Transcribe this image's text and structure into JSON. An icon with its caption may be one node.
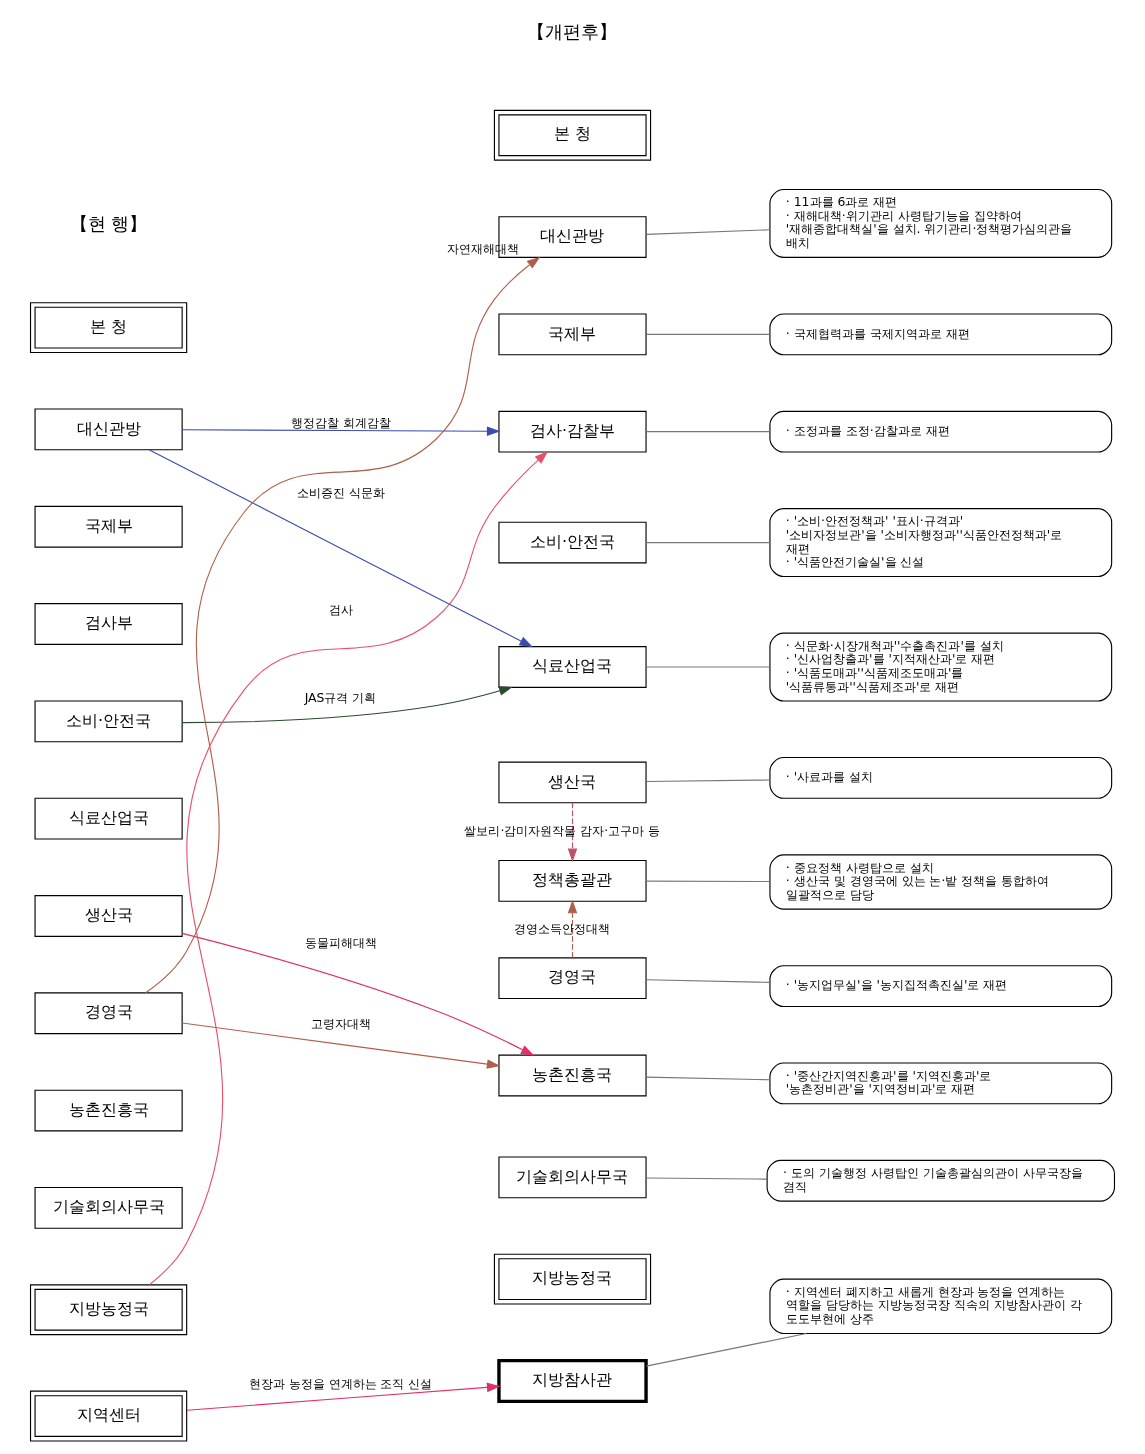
{
  "diagram": {
    "nodes": [
      {
        "text": [
          "본 청"
        ]
      },
      {
        "text": [
          "대신관방"
        ]
      },
      {
        "text": [
          "국제부"
        ]
      },
      {
        "text": [
          "검사부"
        ]
      },
      {
        "text": [
          "소비·안전국"
        ]
      },
      {
        "text": [
          "식료산업국"
        ]
      },
      {
        "text": [
          "생산국"
        ]
      },
      {
        "text": [
          "경영국"
        ]
      },
      {
        "text": [
          "농촌진흥국"
        ]
      },
      {
        "text": [
          "기술회의사무국"
        ]
      },
      {
        "text": [
          "지방농정국"
        ]
      },
      {
        "text": [
          "지역센터"
        ]
      },
      {
        "text": [
          "본 청"
        ]
      },
      {
        "text": [
          "대신관방"
        ]
      },
      {
        "text": [
          "국제부"
        ]
      },
      {
        "text": [
          "검사·감찰부"
        ]
      },
      {
        "text": [
          "소비·안전국"
        ]
      },
      {
        "text": [
          "식료산업국"
        ]
      },
      {
        "text": [
          "생산국"
        ]
      },
      {
        "text": [
          "정책총괄관"
        ]
      },
      {
        "text": [
          "경영국"
        ]
      },
      {
        "text": [
          "농촌진흥국"
        ]
      },
      {
        "text": [
          "기술회의사무국"
        ]
      },
      {
        "text": [
          "지방농정국"
        ]
      },
      {
        "text": [
          "지방참사관"
        ]
      },
      {
        "text": [
          "· 11과를 6과로 재편",
          "· 재해대책·위기관리 사령탑기능을 집약하여 '재해종합대책실'을 설치. 위기관리·정책평가심의관을 배치"
        ]
      },
      {
        "text": [
          "· 국제협력과를 국제지역과로 재편"
        ]
      },
      {
        "text": [
          "· 조정과를 조정·감찰과로 재편"
        ]
      },
      {
        "text": [
          "· '소비·안전정책과' '표시·규격과' '소비자정보관'을 '소비자행정과''식품안전정책과'로 재편",
          "· '식품안전기술실'을 신설"
        ]
      },
      {
        "text": [
          "· 식문화·시장개척과''수출촉진과'를 설치",
          "· '신사업창출과'를 '지적재산과'로 재편",
          "· '식품도매과''식품제조도매과'를 '식품류통과''식품제조과'로 재편"
        ]
      },
      {
        "text": [
          "· '사료과를 설치"
        ]
      },
      {
        "text": [
          "· 중요정책 사령탑으로 설치",
          "· 생산국 및 경영국에 있는 논·밭 정책을 통합하여 일괄적으로 담당"
        ]
      },
      {
        "text": [
          "· '농지업무실'을 '농지집적촉진실'로 재편"
        ]
      },
      {
        "text": [
          "· '중산간지역진흥과'를 '지역진흥과'로 '농촌정비관'을 '지역정비과'로 재편"
        ]
      },
      {
        "text": [
          "· 도의 기술행정 사령탑인 기술총괄심의관이 사무국장을 겸직"
        ]
      },
      {
        "text": [
          "· 지역센터 폐지하고 새롭게 현장과 농정을 연계하는 역할을 담당하는 지방농정국장 직속의 지방참사관이 각 도도부현에 상주"
        ]
      }
    ],
    "edges": [
      {
        "from": 7,
        "to": 13,
        "arrow": "to",
        "label": "자연재해대책",
        "color": "#b0604a"
      },
      {
        "from": 1,
        "to": 15,
        "arrow": "to",
        "label": "행정감찰 회계감찰",
        "color": "#3b4bb0"
      },
      {
        "from": 10,
        "to": 15,
        "arrow": "to",
        "label": "검사",
        "color": "#e8506a"
      },
      {
        "from": 1,
        "to": 17,
        "arrow": "to",
        "label": "소비증진 식문화",
        "color": "#3b4bb0"
      },
      {
        "from": 4,
        "to": 17,
        "arrow": "to",
        "label": "JAS규격 기획",
        "color": "#2d4a2d"
      },
      {
        "from": 18,
        "to": 19,
        "arrow": "to",
        "label": "쌀보리·감미자원작물 감자·고구마 등",
        "style": "dashed",
        "color": "#c0506a"
      },
      {
        "from": 20,
        "to": 19,
        "arrow": "to",
        "label": "경영소득안정대책",
        "style": "dashed",
        "color": "#b0604a"
      },
      {
        "from": 6,
        "to": 21,
        "arrow": "to",
        "label": "동물피해대책",
        "color": "#e0306a"
      },
      {
        "from": 7,
        "to": 21,
        "arrow": "to",
        "label": "고령자대책",
        "color": "#b0604a"
      },
      {
        "from": 11,
        "to": 24,
        "arrow": "to",
        "label": "현장과 농정을 연계하는 조직 신설",
        "color": "#e0306a"
      },
      {
        "from": 13,
        "to": 25,
        "arrow": "none",
        "color": "#777777"
      },
      {
        "from": 14,
        "to": 26,
        "arrow": "none",
        "color": "#777777"
      },
      {
        "from": 15,
        "to": 27,
        "arrow": "none",
        "color": "#777777"
      },
      {
        "from": 16,
        "to": 28,
        "arrow": "none",
        "color": "#777777"
      },
      {
        "from": 17,
        "to": 29,
        "arrow": "none",
        "color": "#777777"
      },
      {
        "from": 18,
        "to": 30,
        "arrow": "none",
        "color": "#777777"
      },
      {
        "from": 19,
        "to": 31,
        "arrow": "none",
        "color": "#777777"
      },
      {
        "from": 20,
        "to": 32,
        "arrow": "none",
        "color": "#777777"
      },
      {
        "from": 21,
        "to": 33,
        "arrow": "none",
        "color": "#777777"
      },
      {
        "from": 22,
        "to": 34,
        "arrow": "none",
        "color": "#777777"
      },
      {
        "from": 24,
        "to": 35,
        "arrow": "none",
        "color": "#777777"
      }
    ],
    "labels": [
      "【현 행】",
      "【개편후】"
    ]
  }
}
